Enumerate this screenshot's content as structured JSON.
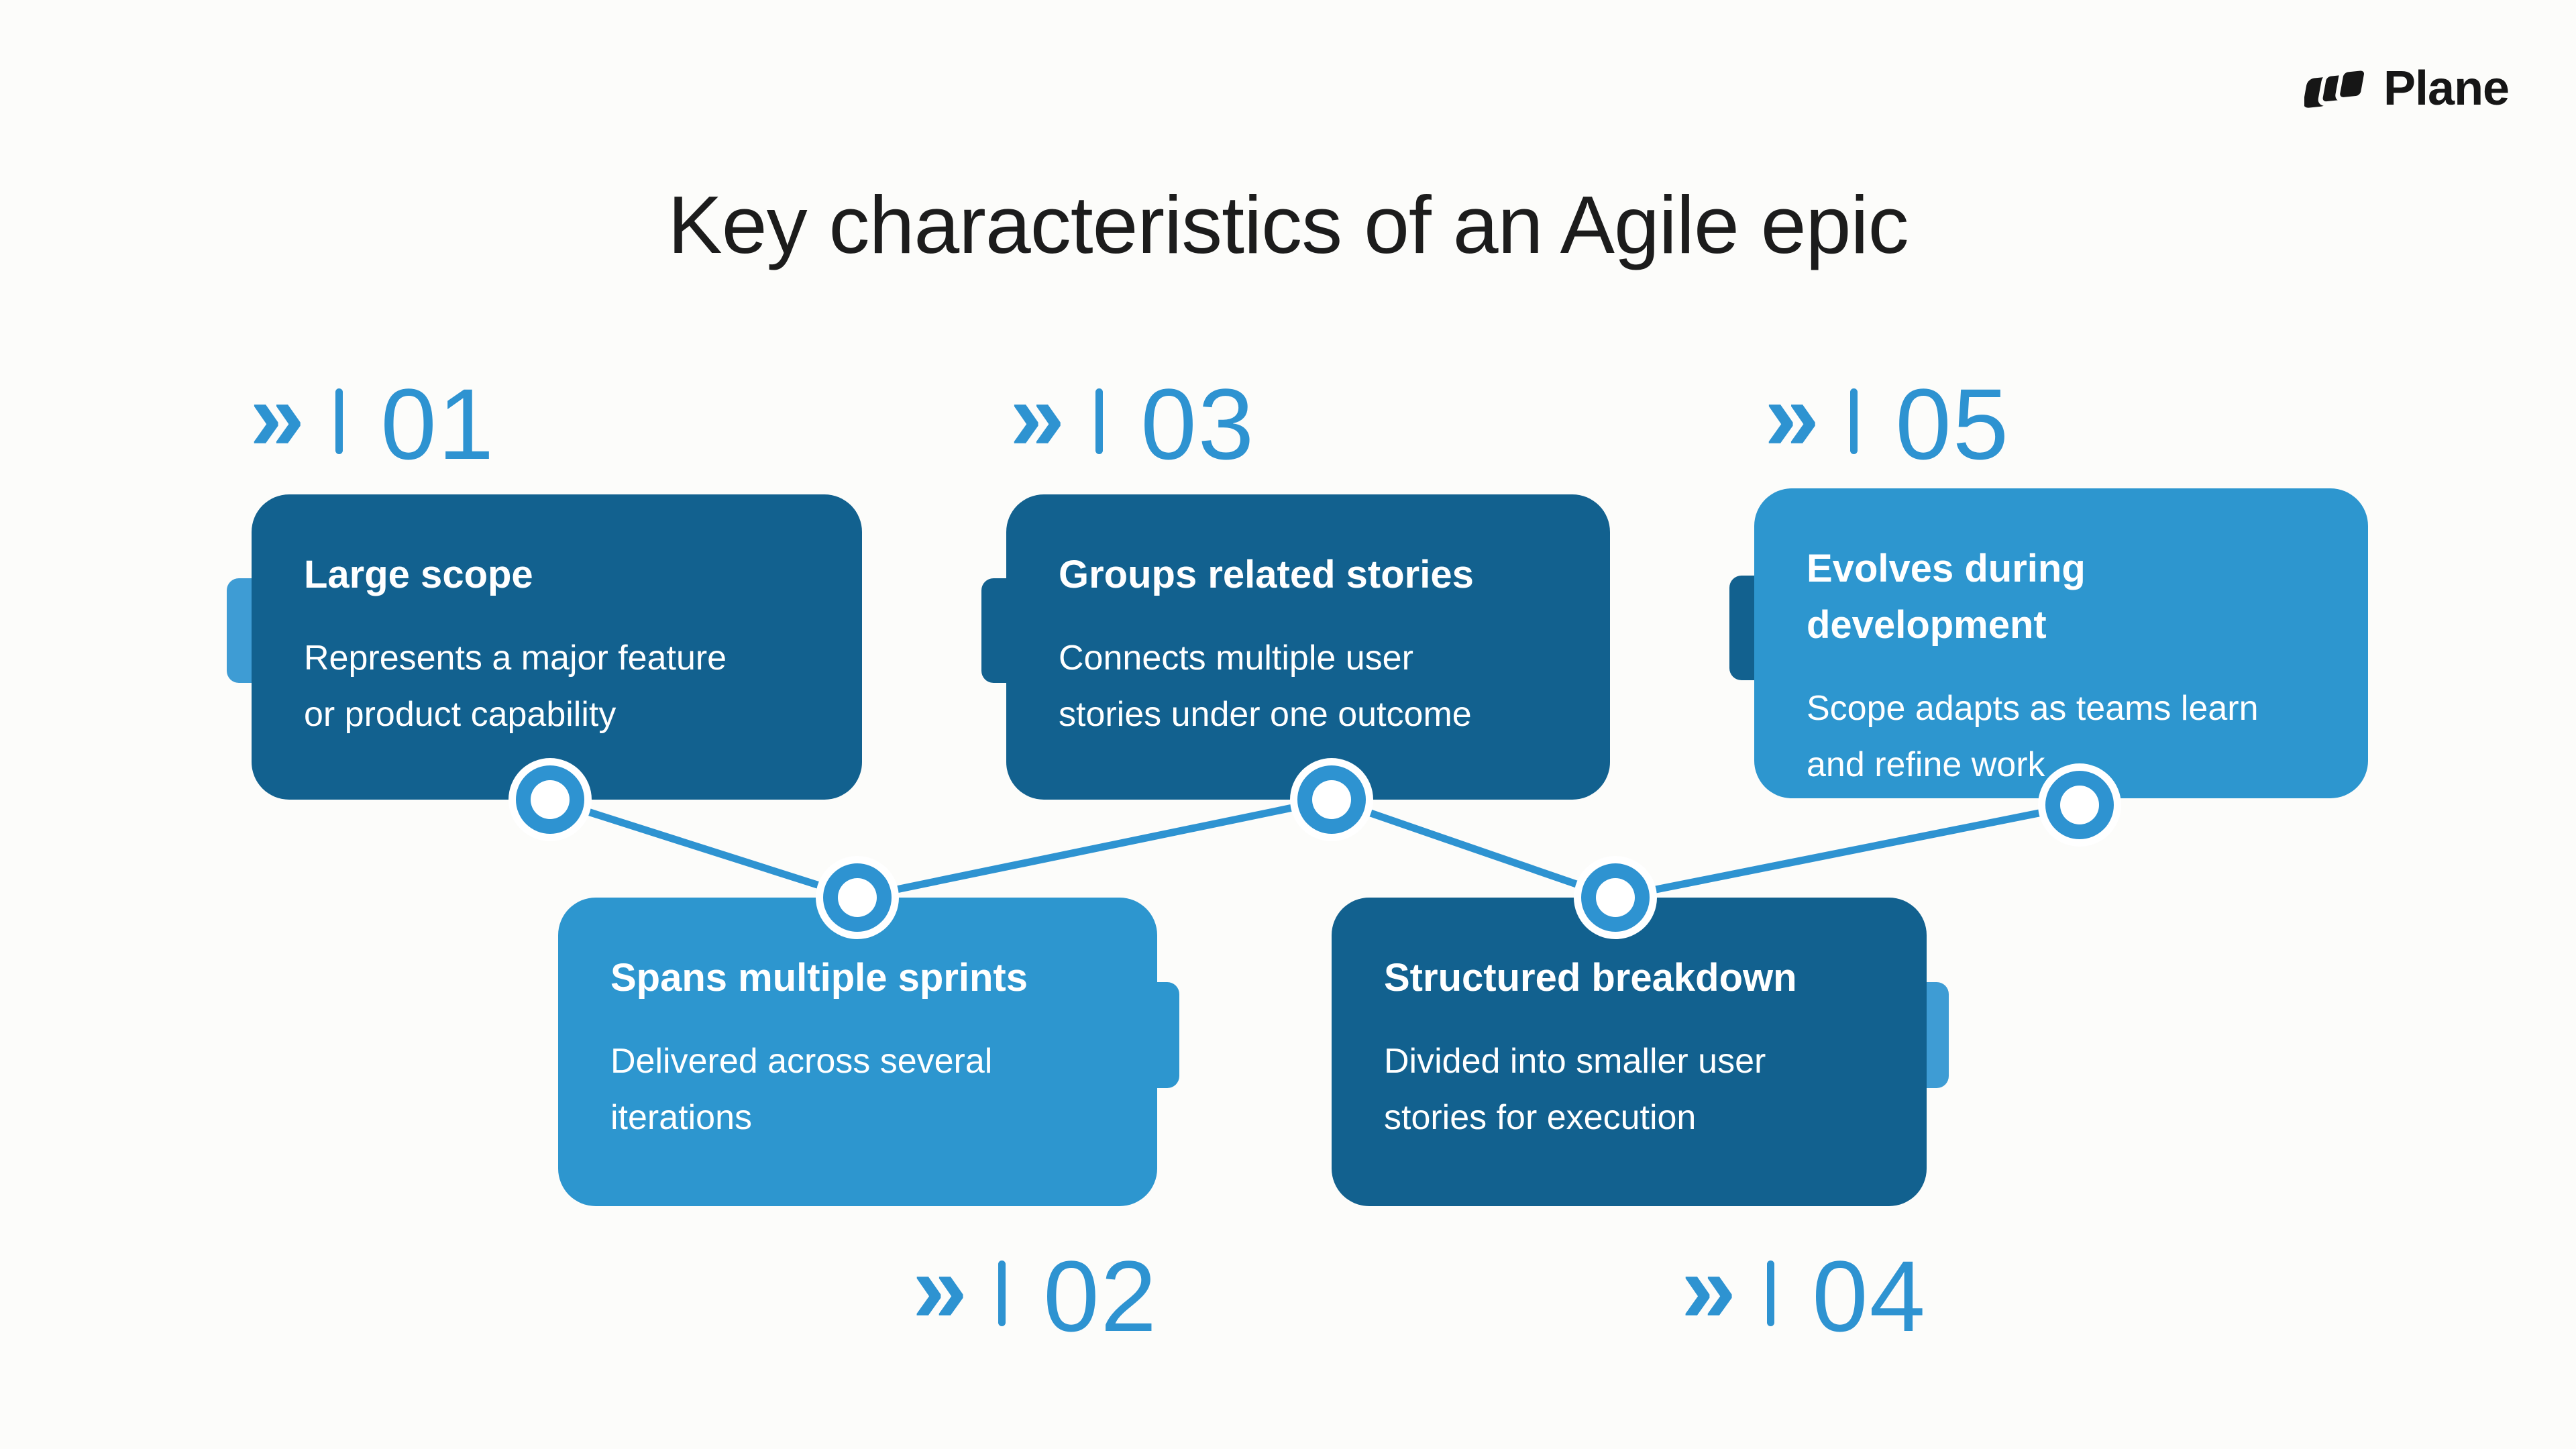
{
  "canvas": {
    "background": "#FCFCFA"
  },
  "logo": {
    "brand": "Plane",
    "icon": "plane-logo-icon",
    "color": "#161616"
  },
  "title": {
    "text": "Key characteristics of an Agile epic",
    "color": "#1C1C1C"
  },
  "colors": {
    "dark_blue": "#12618F",
    "light_blue": "#2D96CF",
    "accent_blue": "#2E93D1",
    "tab_light_blue": "#3E9CD4",
    "card_text": "#FFFFFF",
    "connector_ring": "#2E93D1",
    "connector_fill": "#FFFFFF"
  },
  "marker_glyphs": {
    "chevron": "»"
  },
  "cards": [
    {
      "number": "01",
      "heading": "Large scope",
      "body": "Represents a major feature\nor product capability",
      "variant": "dark",
      "row": "top",
      "tab_side": "left",
      "tab_variant": "light"
    },
    {
      "number": "02",
      "heading": "Spans multiple sprints",
      "body": "Delivered across several\niterations",
      "variant": "light",
      "row": "bottom",
      "tab_side": "right",
      "tab_variant": "light"
    },
    {
      "number": "03",
      "heading": "Groups related stories",
      "body": "Connects multiple user\nstories under one outcome",
      "variant": "dark",
      "row": "top",
      "tab_side": "left",
      "tab_variant": "dark"
    },
    {
      "number": "04",
      "heading": "Structured breakdown",
      "body": "Divided into smaller user\nstories for execution",
      "variant": "dark",
      "row": "bottom",
      "tab_side": "right",
      "tab_variant": "light"
    },
    {
      "number": "05",
      "heading": "Evolves during\ndevelopment",
      "body": "Scope adapts as teams learn\nand refine work",
      "variant": "light",
      "row": "top",
      "tab_side": "left",
      "tab_variant": "dark"
    }
  ]
}
